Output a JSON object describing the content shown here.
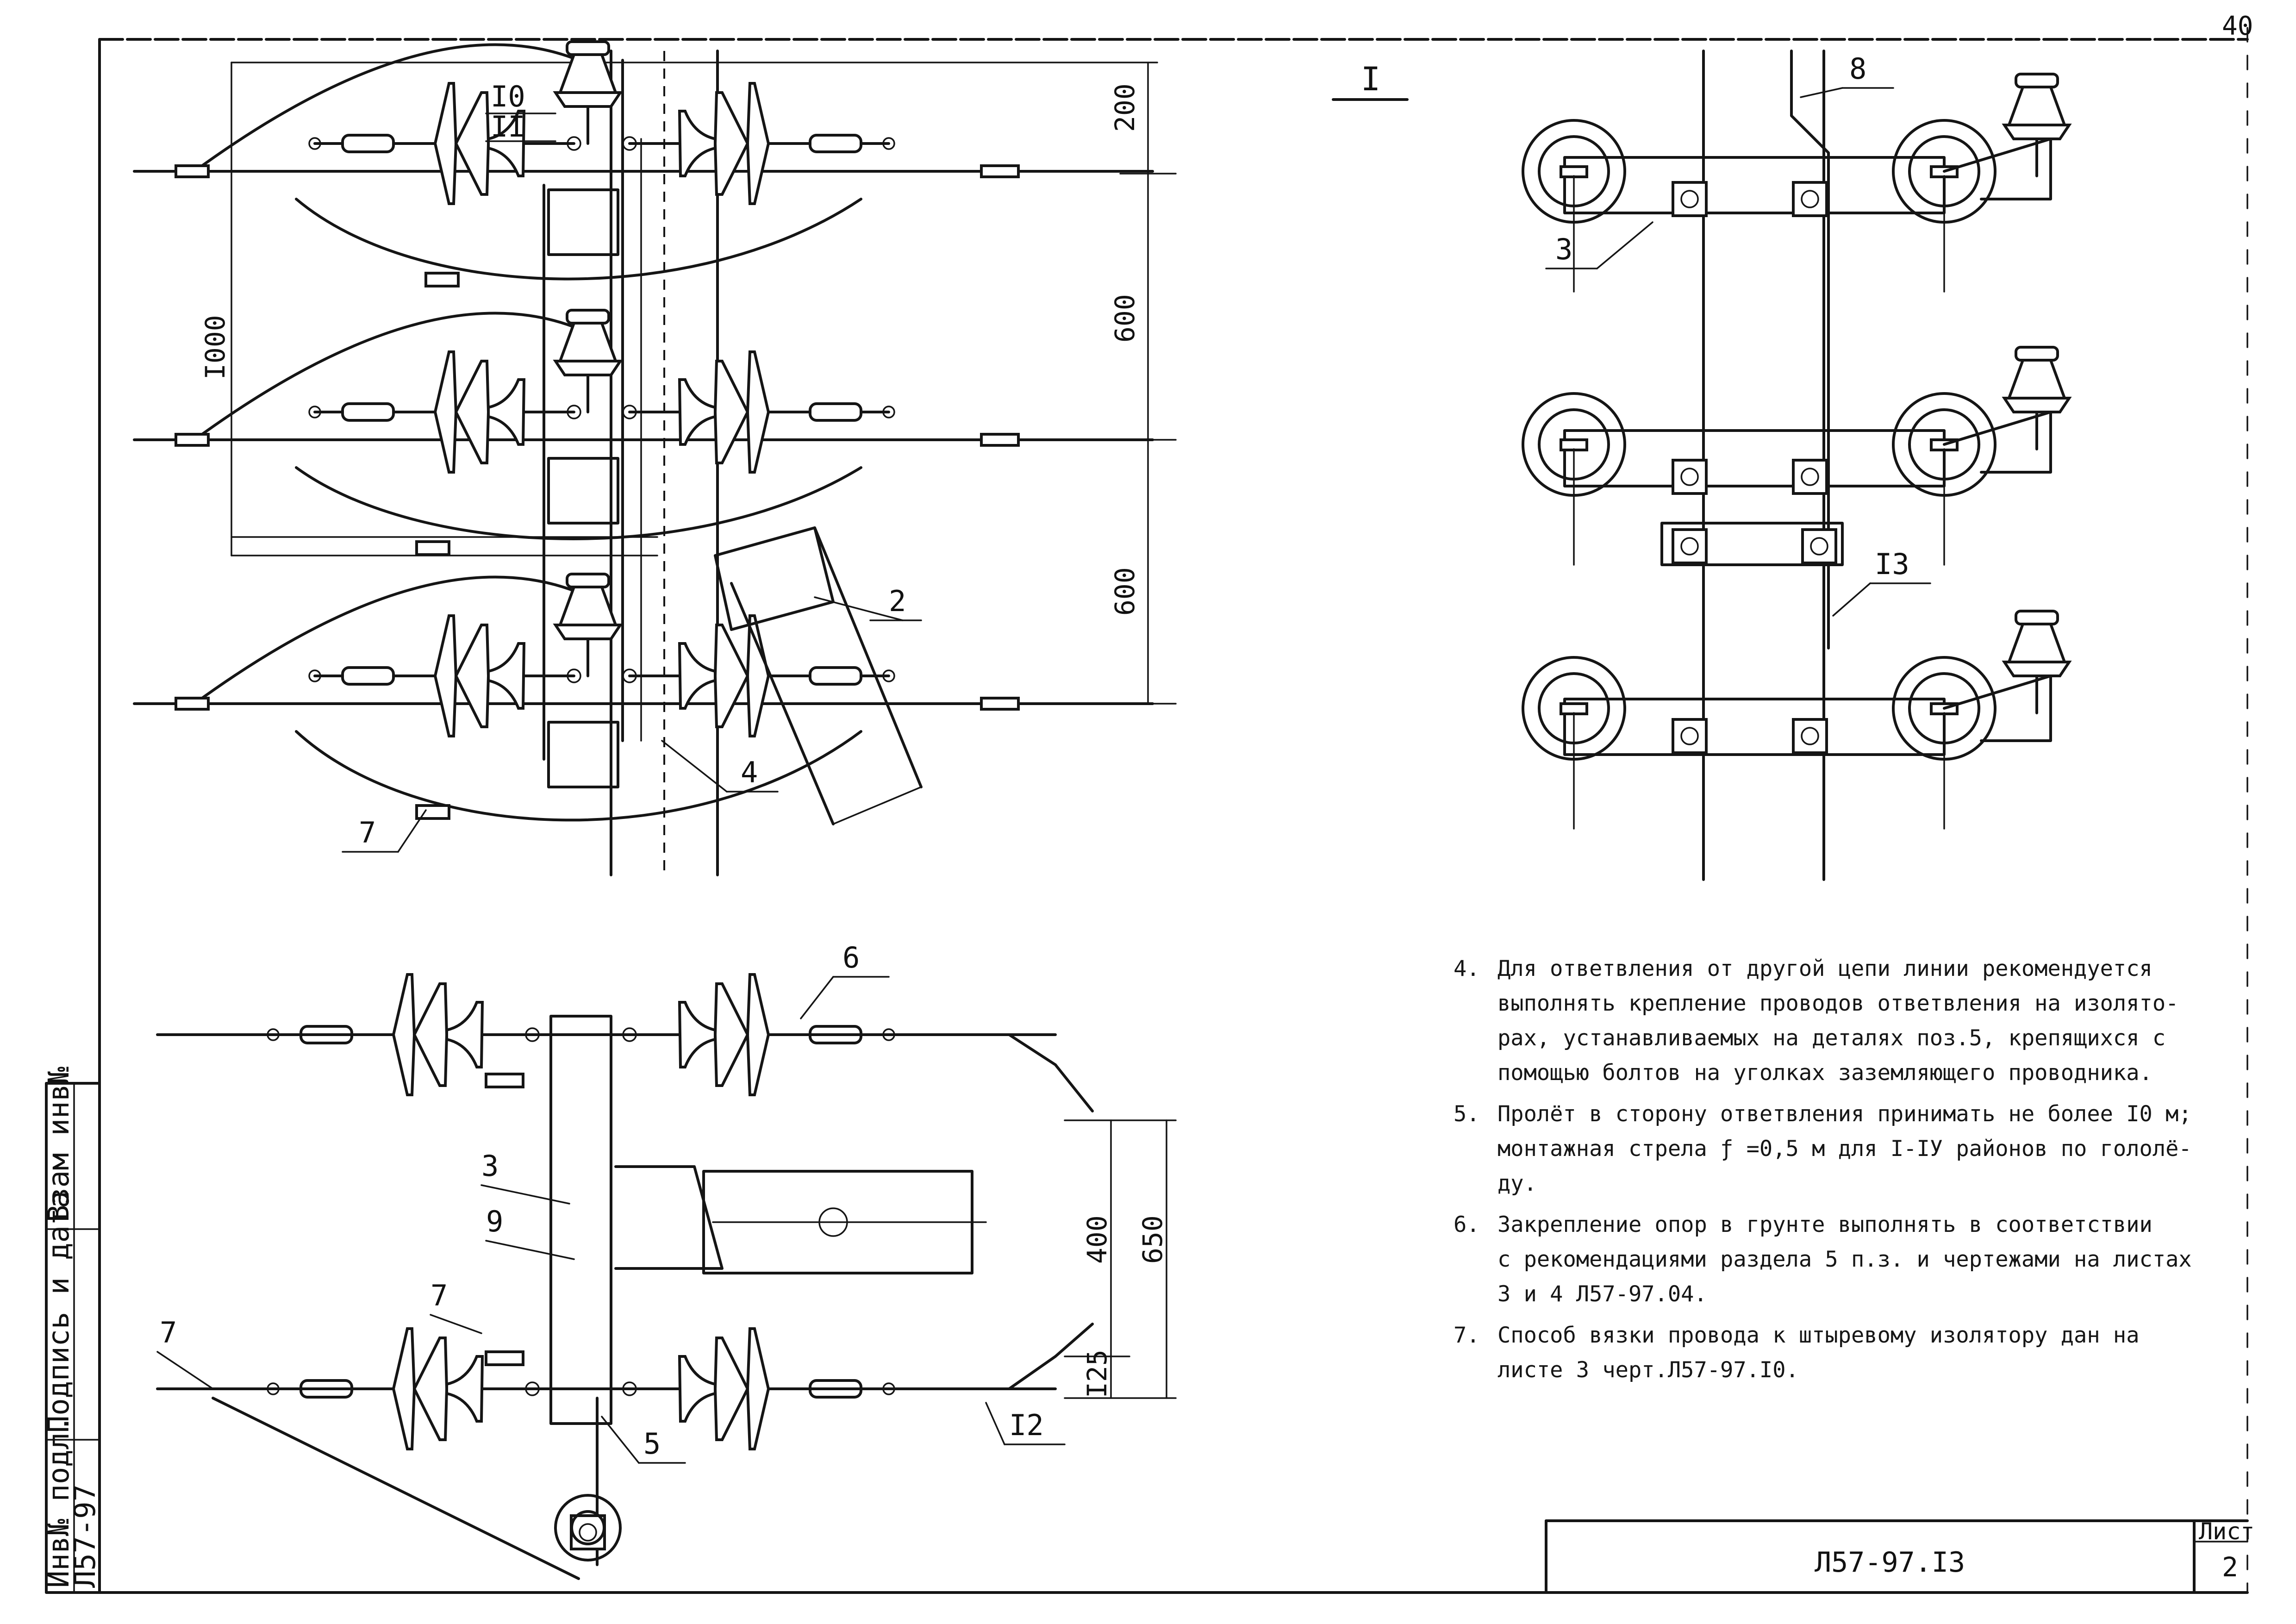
{
  "callouts": {
    "c10": "I0",
    "c11": "II",
    "c2": "2",
    "c4": "4",
    "c7a": "7",
    "c8": "8",
    "c3a": "3",
    "c13": "I3",
    "c6": "6",
    "c3b": "3",
    "c9": "9",
    "c7b": "7",
    "c7c": "7",
    "c5": "5",
    "c12": "I2"
  },
  "section_mark": "I",
  "dimensions": {
    "top_200": "200",
    "top_600a": "600",
    "top_600b": "600",
    "top_1000": "I000",
    "plan_400": "400",
    "plan_650": "650",
    "plan_125": "I25"
  },
  "notes": [
    {
      "num": "4.",
      "lines": [
        "Для ответвления от другой цепи линии рекомендуется",
        "выполнять крепление проводов ответвления на изолято-",
        "рах, устанавливаемых на деталях поз.5, крепящихся с",
        "помощью болтов на уголках заземляющего проводника."
      ]
    },
    {
      "num": "5.",
      "lines": [
        "Пролёт в сторону ответвления принимать не более I0 м;",
        "монтажная стрела ƒ =0,5 м для I-IУ районов по гололё-",
        "ду."
      ]
    },
    {
      "num": "6.",
      "lines": [
        "Закрепление опор в грунте выполнять в соответствии",
        "с рекомендациями раздела 5 п.з. и чертежами на листах",
        "3 и 4 Л57-97.04."
      ]
    },
    {
      "num": "7.",
      "lines": [
        "Способ вязки провода к штыревому изолятору дан на",
        "листе 3 черт.Л57-97.I0."
      ]
    }
  ],
  "stamp": {
    "inv_label": "Инв№ подл.",
    "sign_label": "Подпись и дата",
    "swap_label": "Взам инв№",
    "inv_value": "Л57-97",
    "doc_code": "Л57-97.I3",
    "sheet_label": "Лист",
    "sheet_number": "2",
    "corner_number": "40"
  }
}
